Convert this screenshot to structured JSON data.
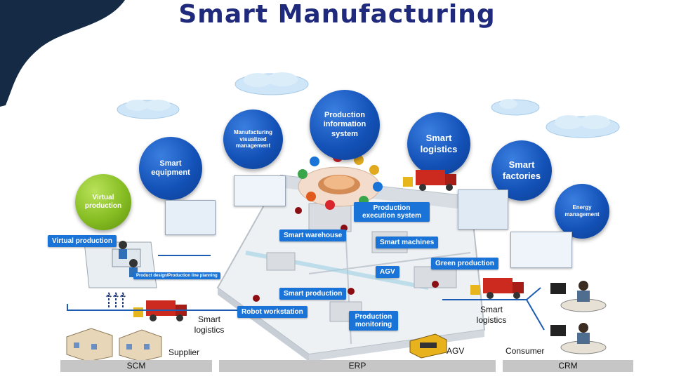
{
  "title": "Smart Manufacturing",
  "bubbles": {
    "virtual_production": "Virtual production",
    "smart_equipment": "Smart equipment",
    "manufacturing_visualized": "Manufacturing visualized management",
    "production_info_system": "Production information system",
    "smart_logistics": "Smart logistics",
    "smart_factories": "Smart factories",
    "energy_management": "Energy management"
  },
  "tags": {
    "virtual_production": "Virtual production",
    "product_design": "Product design/Production line planning",
    "smart_warehouse": "Smart warehouse",
    "mes": "Production execution system",
    "smart_machines": "Smart machines",
    "agv": "AGV",
    "green_production": "Green production",
    "smart_production": "Smart production",
    "robot_workstation": "Robot workstation",
    "production_monitoring": "Production monitoring"
  },
  "labels": {
    "smart_logistics_left": "Smart logistics",
    "smart_logistics_right": "Smart logistics",
    "supplier": "Supplier",
    "agv_bottom": "AGV",
    "consumer": "Consumer"
  },
  "bars": {
    "scm": "SCM",
    "erp": "ERP",
    "crm": "CRM"
  },
  "colors": {
    "title": "#1f2a7c",
    "bubble_blue": "#1452b8",
    "bubble_green": "#86bd22",
    "tag_blue": "#1a73d6",
    "corner_navy": "#152a45",
    "bar_gray": "#c6c6c6"
  }
}
